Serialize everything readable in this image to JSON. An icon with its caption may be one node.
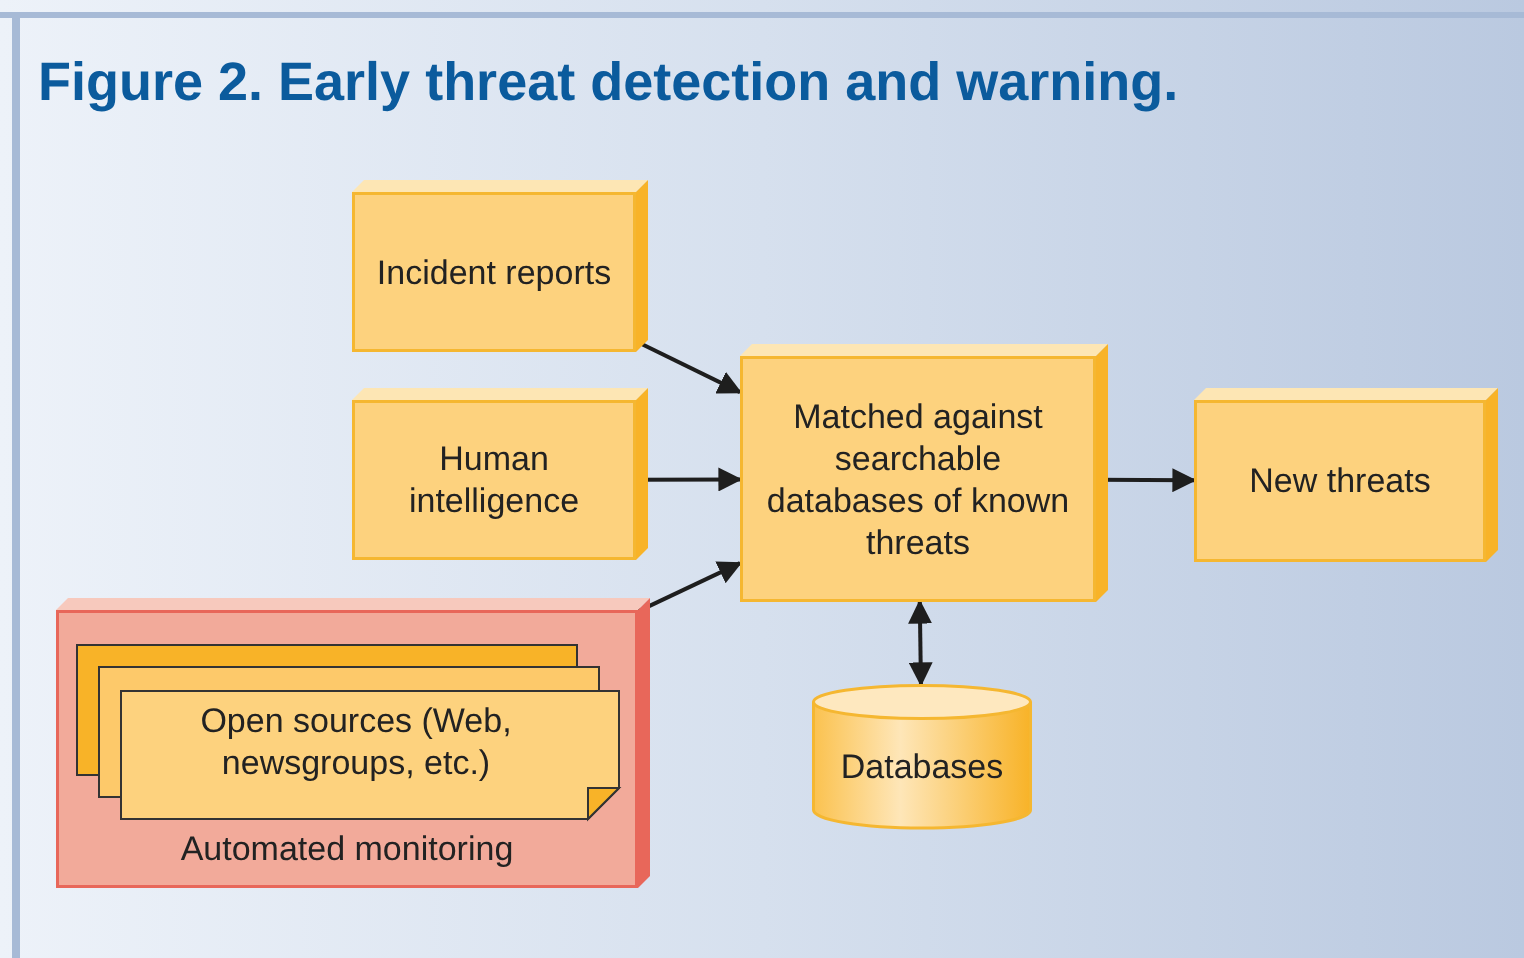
{
  "diagram": {
    "title": "Figure 2. Early threat detection and warning.",
    "nodes": [
      {
        "text": [
          "Incident reports"
        ]
      },
      {
        "text": [
          "Human intelligence"
        ]
      },
      {
        "text": [
          "Automated monitoring"
        ]
      },
      {
        "text": [
          "Open sources (Web, newsgroups, etc.)"
        ],
        "in": 2
      },
      {
        "text": [
          "Matched against searchable databases of known threats"
        ]
      },
      {
        "text": [
          "New threats"
        ]
      },
      {
        "text": [
          "Databases"
        ]
      }
    ],
    "edges": [
      {
        "from": 0,
        "to": 4,
        "arrow": "to"
      },
      {
        "from": 1,
        "to": 4,
        "arrow": "to"
      },
      {
        "from": 2,
        "to": 4,
        "arrow": "to"
      },
      {
        "from": 4,
        "to": 5,
        "arrow": "to"
      },
      {
        "from": 4,
        "to": 6,
        "arrow": "both"
      }
    ]
  }
}
